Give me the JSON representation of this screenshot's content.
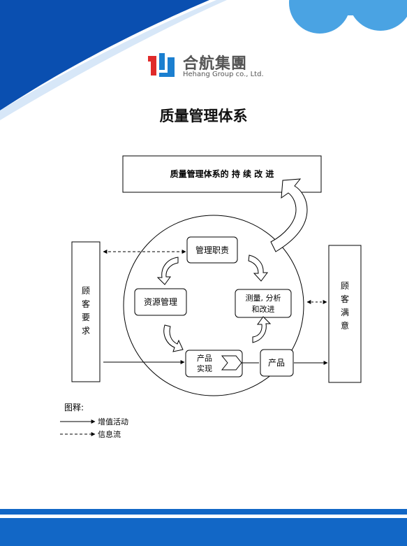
{
  "brand": {
    "name_cn": "合航集團",
    "name_en": "Hehang Group co., Ltd.",
    "colors": {
      "red": "#e02a2a",
      "blue": "#1b7fd0",
      "navy": "#0a3d8f"
    }
  },
  "page": {
    "title": "质量管理体系"
  },
  "diagram": {
    "top_box": "质量管理体系的 持 续 改 进",
    "left_box": [
      "顾",
      "客",
      "要",
      "求"
    ],
    "right_box": [
      "顾",
      "客",
      "满",
      "意"
    ],
    "nodes": {
      "management": "管理职责",
      "resources": "资源管理",
      "measurement": [
        "测量, 分析",
        "和改进"
      ],
      "realization": [
        "产品",
        "实现"
      ],
      "product": "产品"
    }
  },
  "legend": {
    "title": "图释:",
    "solid_label": "增值活动",
    "dashed_label": "信息流"
  }
}
